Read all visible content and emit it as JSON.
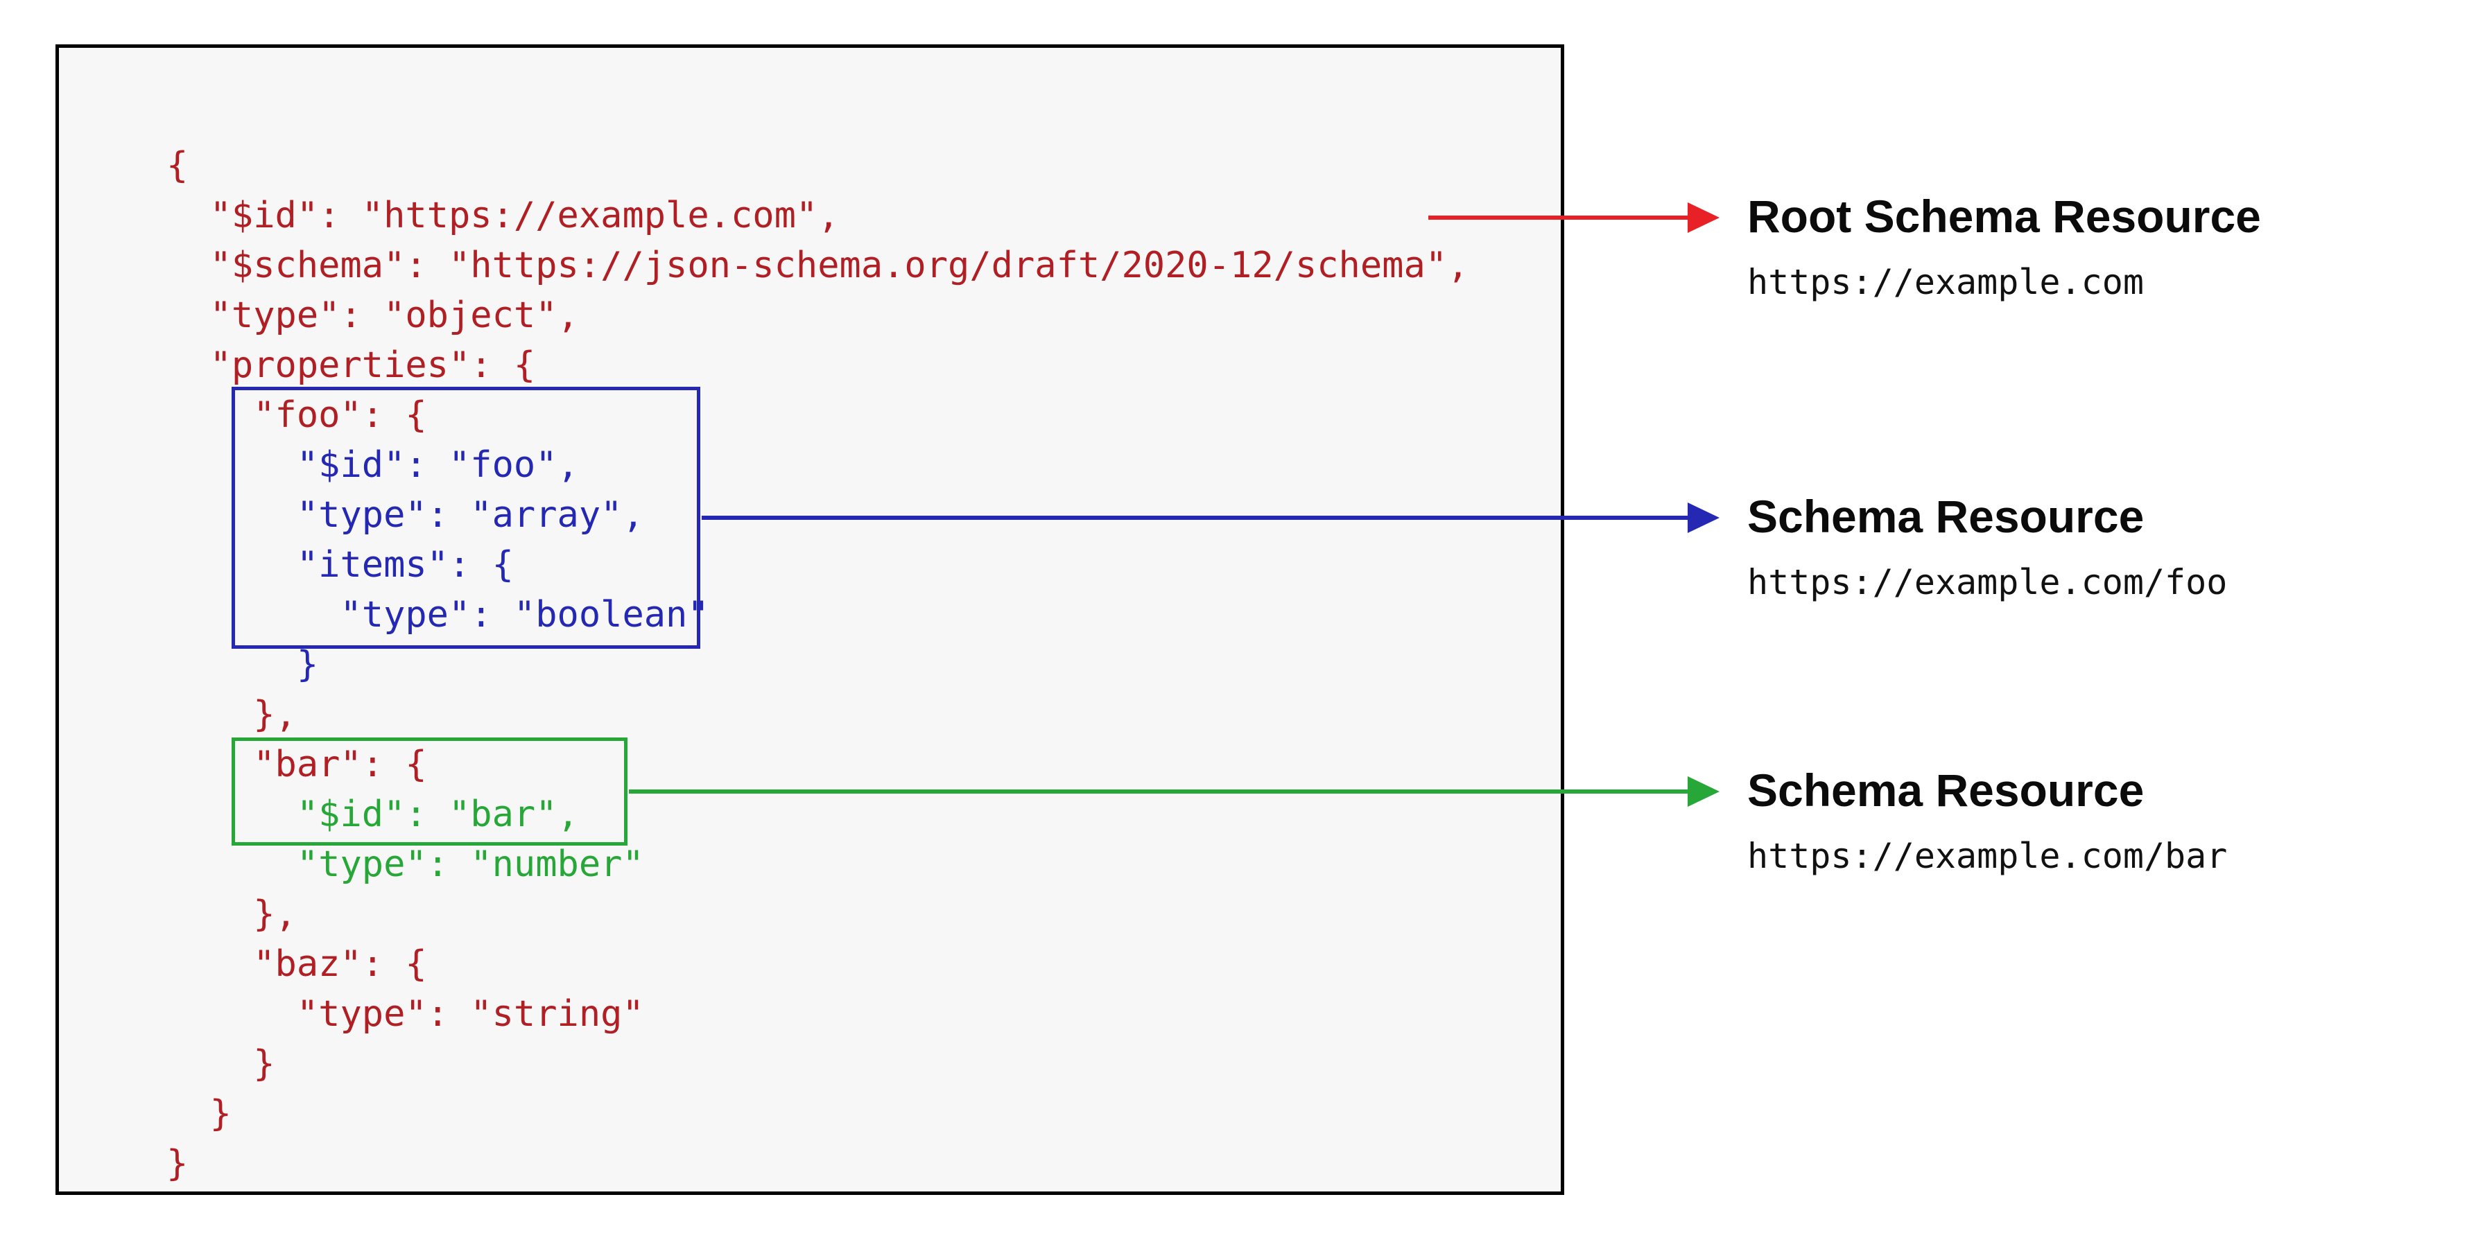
{
  "colors": {
    "code_red": "#b01f24",
    "arrow_red": "#e82127",
    "blue": "#2428b2",
    "green": "#27a737",
    "panel_bg": "#f7f7f7",
    "panel_border": "#000000"
  },
  "code": {
    "lines": [
      "{",
      "  \"$id\": \"https://example.com\",",
      "  \"$schema\": \"https://json-schema.org/draft/2020-12/schema\",",
      "  \"type\": \"object\",",
      "  \"properties\": {",
      "    \"foo\": {",
      "      \"$id\": \"foo\",",
      "      \"type\": \"array\",",
      "      \"items\": {",
      "        \"type\": \"boolean\"",
      "      }",
      "    },",
      "    \"bar\": {",
      "      \"$id\": \"bar\",",
      "      \"type\": \"number\"",
      "    },",
      "    \"baz\": {",
      "      \"type\": \"string\"",
      "    }",
      "  }",
      "}"
    ]
  },
  "annotations": [
    {
      "title": "Root Schema Resource",
      "url": "https://example.com"
    },
    {
      "title": "Schema Resource",
      "url": "https://example.com/foo"
    },
    {
      "title": "Schema Resource",
      "url": "https://example.com/bar"
    }
  ]
}
